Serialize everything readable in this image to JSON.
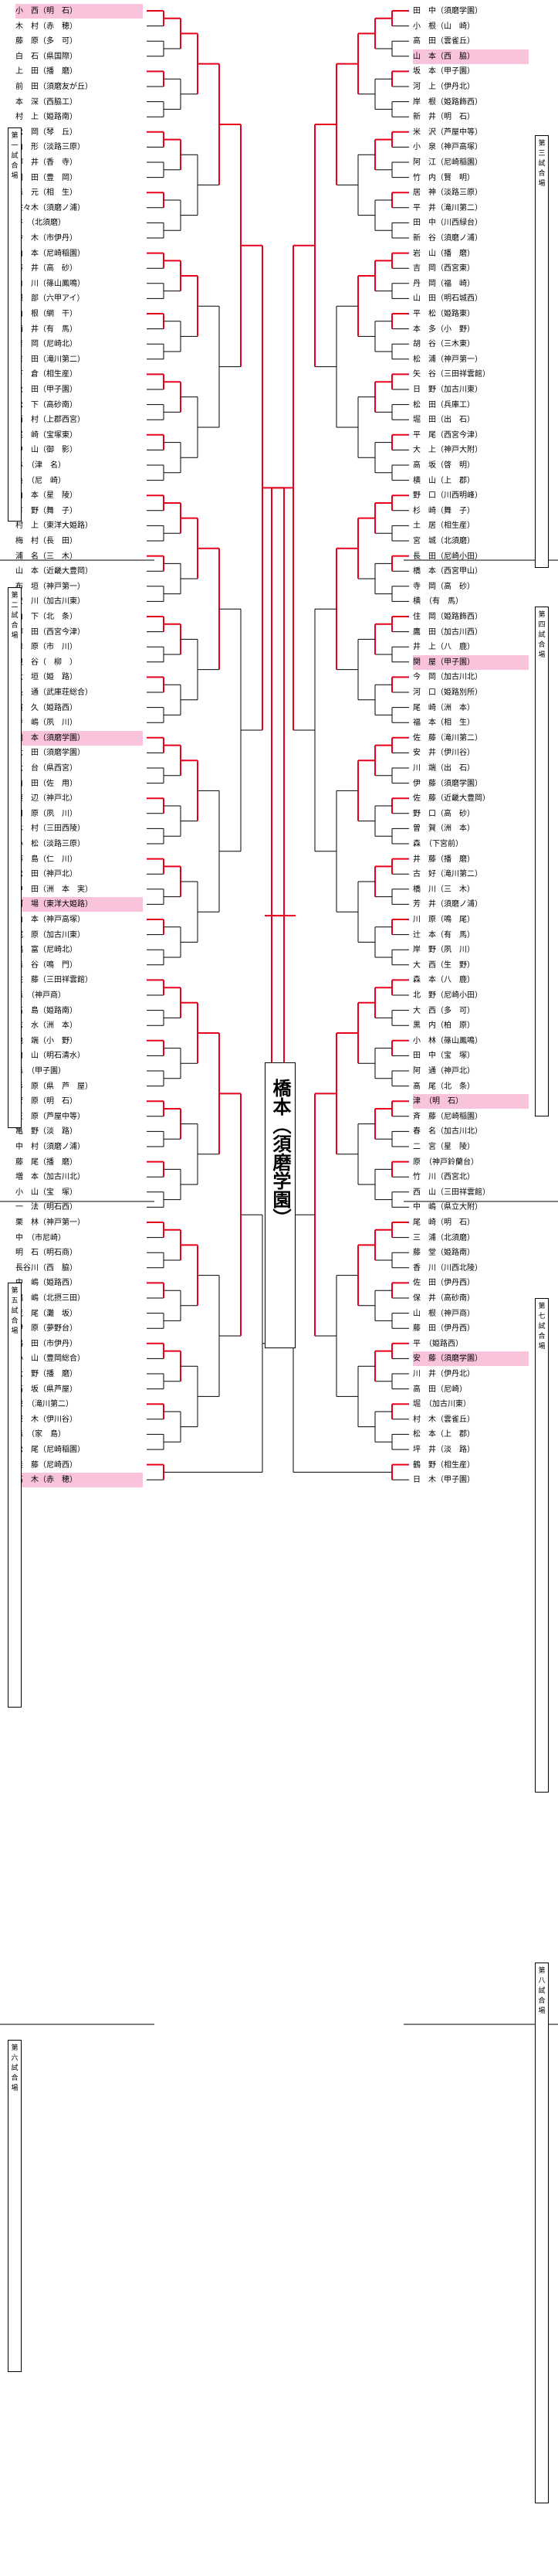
{
  "champion": "橋本（須磨学園）",
  "colors": {
    "highlight": "#f9c3dc",
    "winner_line": "#e8001c",
    "line": "#000000"
  },
  "venues": {
    "v1": "第一試合場",
    "v2": "第二試合場",
    "v3": "第三試合場",
    "v4": "第四試合場",
    "v5": "第五試合場",
    "v6": "第六試合場",
    "v7": "第七試合場",
    "v8": "第八試合場"
  },
  "left": [
    {
      "name": "小　西（明　石）",
      "hl": true
    },
    {
      "name": "木　村（赤　穂）",
      "hl": false
    },
    {
      "name": "藤　原（多　可）",
      "hl": false
    },
    {
      "name": "白　石（県国際）",
      "hl": false
    },
    {
      "name": "上　田（播　磨）",
      "hl": false
    },
    {
      "name": "前　田（須磨友が丘）",
      "hl": false
    },
    {
      "name": "本　深（西脇工）",
      "hl": false
    },
    {
      "name": "村　上（姫路南）",
      "hl": false
    },
    {
      "name": "松　岡（琴　丘）",
      "hl": false
    },
    {
      "name": "山　形（淡路三原）",
      "hl": false
    },
    {
      "name": "柳　井（香　寺）",
      "hl": false
    },
    {
      "name": "岡　田（豊　岡）",
      "hl": false
    },
    {
      "name": "森　元（相　生）",
      "hl": false
    },
    {
      "name": "佐々木（須磨ノ浦）",
      "hl": false
    },
    {
      "name": "谷　（北須磨）",
      "hl": false
    },
    {
      "name": "鈴　木（市伊丹）",
      "hl": false
    },
    {
      "name": "山　本（尼崎稲園）",
      "hl": false
    },
    {
      "name": "藤　井（高　砂）",
      "hl": false
    },
    {
      "name": "白　川（篠山鳳鳴）",
      "hl": false
    },
    {
      "name": "服　部（六甲アイ）",
      "hl": false
    },
    {
      "name": "山　根（網　干）",
      "hl": false
    },
    {
      "name": "酒　井（有　馬）",
      "hl": false
    },
    {
      "name": "吉　岡（尼崎北）",
      "hl": false
    },
    {
      "name": "吉　田（滝川第二）",
      "hl": false
    },
    {
      "name": "下　倉（相生産）",
      "hl": false
    },
    {
      "name": "秋　田（甲子園）",
      "hl": false
    },
    {
      "name": "松　下（高砂南）",
      "hl": false
    },
    {
      "name": "西　村（上郡西宮）",
      "hl": false
    },
    {
      "name": "尾　崎（宝塚東）",
      "hl": false
    },
    {
      "name": "中　山（御　影）",
      "hl": false
    },
    {
      "name": "林　（津　名）",
      "hl": false
    },
    {
      "name": "桑　（尼　崎）",
      "hl": false
    },
    {
      "name": "山　本（星　陵）",
      "hl": false
    },
    {
      "name": "有　野（舞　子）",
      "hl": false
    },
    {
      "name": "村　上（東洋大姫路）",
      "hl": false
    },
    {
      "name": "梅　村（長　田）",
      "hl": false
    },
    {
      "name": "浦　名（三　木）",
      "hl": false
    },
    {
      "name": "山　本（近畿大豊岡）",
      "hl": false
    },
    {
      "name": "布　垣（神戸第一）",
      "hl": false
    },
    {
      "name": "安　川（加古川東）",
      "hl": false
    },
    {
      "name": "山　下（北　条）",
      "hl": false
    },
    {
      "name": "柳　田（西宮今津）",
      "hl": false
    },
    {
      "name": "舞　原（市　川）",
      "hl": false
    },
    {
      "name": "辺　谷（　柳　）",
      "hl": false
    },
    {
      "name": "大　垣（姫　路）",
      "hl": false
    },
    {
      "name": "長　通（武庫荘総合）",
      "hl": false
    },
    {
      "name": "濱　久（姫路西）",
      "hl": false
    },
    {
      "name": "寺　嶋（夙　川）",
      "hl": false
    },
    {
      "name": "橋　本（須磨学園）",
      "hl": true
    },
    {
      "name": "太　田（須磨学園）",
      "hl": false
    },
    {
      "name": "大　台（県西宮）",
      "hl": false
    },
    {
      "name": "前　田（佐　用）",
      "hl": false
    },
    {
      "name": "渡　辺（神戸北）",
      "hl": false
    },
    {
      "name": "川　原（夙　川）",
      "hl": false
    },
    {
      "name": "木　村（三田西陵）",
      "hl": false
    },
    {
      "name": "小　松（淡路三原）",
      "hl": false
    },
    {
      "name": "藤　島（仁　川）",
      "hl": false
    },
    {
      "name": "松　田（神戸北）",
      "hl": false
    },
    {
      "name": "中　田（洲　本　実）",
      "hl": false
    },
    {
      "name": "河　場（東洋大姫路）",
      "hl": true
    },
    {
      "name": "山　本（神戸高塚）",
      "hl": false
    },
    {
      "name": "梶　原（加古川東）",
      "hl": false
    },
    {
      "name": "福　富（尼崎北）",
      "hl": false
    },
    {
      "name": "森　谷（鳴　門）",
      "hl": false
    },
    {
      "name": "佐　藤（三田祥雲館）",
      "hl": false
    },
    {
      "name": "森　（神戸商）",
      "hl": false
    },
    {
      "name": "高　島（姫路南）",
      "hl": false
    },
    {
      "name": "志　水（洲　本）",
      "hl": false
    },
    {
      "name": "池　端（小　野）",
      "hl": false
    },
    {
      "name": "内　山（明石清水）",
      "hl": false
    },
    {
      "name": "森　（甲子園）",
      "hl": false
    },
    {
      "name": "杉　原（県　芦　屋）",
      "hl": false
    },
    {
      "name": "菅　原（明　石）",
      "hl": false
    },
    {
      "name": "笠　原（芦屋中等）",
      "hl": false
    },
    {
      "name": "亀　野（淡　路）",
      "hl": false
    },
    {
      "name": "中　村（須磨ノ浦）",
      "hl": false
    },
    {
      "name": "藤　尾（播　磨）",
      "hl": false
    },
    {
      "name": "増　本（加古川北）",
      "hl": false
    },
    {
      "name": "小　山（宝　塚）",
      "hl": false
    },
    {
      "name": "一　法（明石西）",
      "hl": false
    },
    {
      "name": "栗　林（神戸第一）",
      "hl": false
    },
    {
      "name": "中　（市尼崎）",
      "hl": false
    },
    {
      "name": "明　石（明石商）",
      "hl": false
    },
    {
      "name": "長谷川（西　脇）",
      "hl": false
    },
    {
      "name": "中　嶋（姫路西）",
      "hl": false
    },
    {
      "name": "福　嶋（北摂三田）",
      "hl": false
    },
    {
      "name": "荒　尾（灘　坂）",
      "hl": false
    },
    {
      "name": "伊　原（夢野台）",
      "hl": false
    },
    {
      "name": "鶴　田（市伊丹）",
      "hl": false
    },
    {
      "name": "小　山（豊岡総合）",
      "hl": false
    },
    {
      "name": "大　野（播　磨）",
      "hl": false
    },
    {
      "name": "石　坂（県芦屋）",
      "hl": false
    },
    {
      "name": "栄　（滝川第二）",
      "hl": false
    },
    {
      "name": "深　木（伊川谷）",
      "hl": false
    },
    {
      "name": "森　（家　島）",
      "hl": false
    },
    {
      "name": "松　尾（尼崎稲園）",
      "hl": false
    },
    {
      "name": "佳　藤（尼崎西）",
      "hl": false
    },
    {
      "name": "高　木（赤　穂）",
      "hl": true
    }
  ],
  "right": [
    {
      "name": "田　中（須磨学園）",
      "hl": false
    },
    {
      "name": "小　根（山　崎）",
      "hl": false
    },
    {
      "name": "高　田（雲雀丘）",
      "hl": false
    },
    {
      "name": "山　本（西　脇）",
      "hl": true
    },
    {
      "name": "坂　本（甲子園）",
      "hl": false
    },
    {
      "name": "河　上（伊丹北）",
      "hl": false
    },
    {
      "name": "岸　根（姫路飾西）",
      "hl": false
    },
    {
      "name": "新　井（明　石）",
      "hl": false
    },
    {
      "name": "米　沢（芦屋中等）",
      "hl": false
    },
    {
      "name": "小　泉（神戸高塚）",
      "hl": false
    },
    {
      "name": "阿　江（尼崎稲園）",
      "hl": false
    },
    {
      "name": "竹　内（賢　明）",
      "hl": false
    },
    {
      "name": "居　神（淡路三原）",
      "hl": false
    },
    {
      "name": "平　井（滝川第二）",
      "hl": false
    },
    {
      "name": "田　中（川西緑台）",
      "hl": false
    },
    {
      "name": "新　谷（須磨ノ浦）",
      "hl": false
    },
    {
      "name": "岩　山（播　磨）",
      "hl": false
    },
    {
      "name": "吉　岡（西宮東）",
      "hl": false
    },
    {
      "name": "丹　岡（福　崎）",
      "hl": false
    },
    {
      "name": "山　田（明石城西）",
      "hl": false
    },
    {
      "name": "平　松（姫路東）",
      "hl": false
    },
    {
      "name": "本　多（小　野）",
      "hl": false
    },
    {
      "name": "胡　谷（三木東）",
      "hl": false
    },
    {
      "name": "松　浦（神戸第一）",
      "hl": false
    },
    {
      "name": "矢　谷（三田祥雲館）",
      "hl": false
    },
    {
      "name": "日　野（加古川東）",
      "hl": false
    },
    {
      "name": "松　田（兵庫工）",
      "hl": false
    },
    {
      "name": "堀　田（出　石）",
      "hl": false
    },
    {
      "name": "平　尾（西宮今津）",
      "hl": false
    },
    {
      "name": "大　上（神戸大附）",
      "hl": false
    },
    {
      "name": "高　坂（啓　明）",
      "hl": false
    },
    {
      "name": "横　山（上　郡）",
      "hl": false
    },
    {
      "name": "野　口（川西明峰）",
      "hl": false
    },
    {
      "name": "杉　崎（舞　子）",
      "hl": false
    },
    {
      "name": "土　居（相生産）",
      "hl": false
    },
    {
      "name": "宮　城（北須磨）",
      "hl": false
    },
    {
      "name": "長　田（尼崎小田）",
      "hl": false
    },
    {
      "name": "橋　本（西宮甲山）",
      "hl": false
    },
    {
      "name": "寺　岡（高　砂）",
      "hl": false
    },
    {
      "name": "横　（有　馬）",
      "hl": false
    },
    {
      "name": "住　岡（姫路飾西）",
      "hl": false
    },
    {
      "name": "鷹　田（加古川西）",
      "hl": false
    },
    {
      "name": "井　上（八　鹿）",
      "hl": false
    },
    {
      "name": "関　屋（甲子園）",
      "hl": true
    },
    {
      "name": "今　岡（加古川北）",
      "hl": false
    },
    {
      "name": "河　口（姫路別所）",
      "hl": false
    },
    {
      "name": "尾　崎（洲　本）",
      "hl": false
    },
    {
      "name": "福　本（相　生）",
      "hl": false
    },
    {
      "name": "佐　藤（滝川第二）",
      "hl": false
    },
    {
      "name": "安　井（伊川谷）",
      "hl": false
    },
    {
      "name": "川　端（出　石）",
      "hl": false
    },
    {
      "name": "伊　藤（須磨学園）",
      "hl": false
    },
    {
      "name": "佐　藤（近畿大豊岡）",
      "hl": false
    },
    {
      "name": "野　口（高　砂）",
      "hl": false
    },
    {
      "name": "曽　賀（洲　本）",
      "hl": false
    },
    {
      "name": "森　（下宮前）",
      "hl": false
    },
    {
      "name": "井　藤（播　磨）",
      "hl": false
    },
    {
      "name": "古　好（滝川第二）",
      "hl": false
    },
    {
      "name": "橋　川（三　木）",
      "hl": false
    },
    {
      "name": "芳　井（須磨ノ浦）",
      "hl": false
    },
    {
      "name": "川　原（鳴　尾）",
      "hl": false
    },
    {
      "name": "辻　本（有　馬）",
      "hl": false
    },
    {
      "name": "岸　野（夙　川）",
      "hl": false
    },
    {
      "name": "大　西（生　野）",
      "hl": false
    },
    {
      "name": "森　本（八　鹿）",
      "hl": false
    },
    {
      "name": "北　野（尼崎小田）",
      "hl": false
    },
    {
      "name": "大　西（多　可）",
      "hl": false
    },
    {
      "name": "黒　内（柏　原）",
      "hl": false
    },
    {
      "name": "小　林（篠山鳳鳴）",
      "hl": false
    },
    {
      "name": "田　中（宝　塚）",
      "hl": false
    },
    {
      "name": "阿　通（神戸北）",
      "hl": false
    },
    {
      "name": "髙　尾（北　条）",
      "hl": false
    },
    {
      "name": "津　（明　石）",
      "hl": true
    },
    {
      "name": "斉　藤（尼崎稲園）",
      "hl": false
    },
    {
      "name": "春　名（加古川北）",
      "hl": false
    },
    {
      "name": "二　宮（星　陵）",
      "hl": false
    },
    {
      "name": "原　（神戸鈴蘭台）",
      "hl": false
    },
    {
      "name": "竹　川（西宮北）",
      "hl": false
    },
    {
      "name": "西　山（三田祥雲館）",
      "hl": false
    },
    {
      "name": "中　嶋（県立大附）",
      "hl": false
    },
    {
      "name": "尾　崎（明　石）",
      "hl": false
    },
    {
      "name": "三　浦（北須磨）",
      "hl": false
    },
    {
      "name": "藤　堂（姫路南）",
      "hl": false
    },
    {
      "name": "香　川（川西北陵）",
      "hl": false
    },
    {
      "name": "佐　田（伊丹西）",
      "hl": false
    },
    {
      "name": "保　井（高砂南）",
      "hl": false
    },
    {
      "name": "山　根（神戸商）",
      "hl": false
    },
    {
      "name": "藤　田（伊丹西）",
      "hl": false
    },
    {
      "name": "平　（姫路西）",
      "hl": false
    },
    {
      "name": "安　藤（須磨学園）",
      "hl": true
    },
    {
      "name": "川　井（伊丹北）",
      "hl": false
    },
    {
      "name": "高　田（尼崎）",
      "hl": false
    },
    {
      "name": "堀　（加古川東）",
      "hl": false
    },
    {
      "name": "村　木（雲雀丘）",
      "hl": false
    },
    {
      "name": "松　本（上　郡）",
      "hl": false
    },
    {
      "name": "坪　井（淡　路）",
      "hl": false
    },
    {
      "name": "鶴　野（相生産）",
      "hl": false
    },
    {
      "name": "日　木（甲子園）",
      "hl": false
    }
  ]
}
